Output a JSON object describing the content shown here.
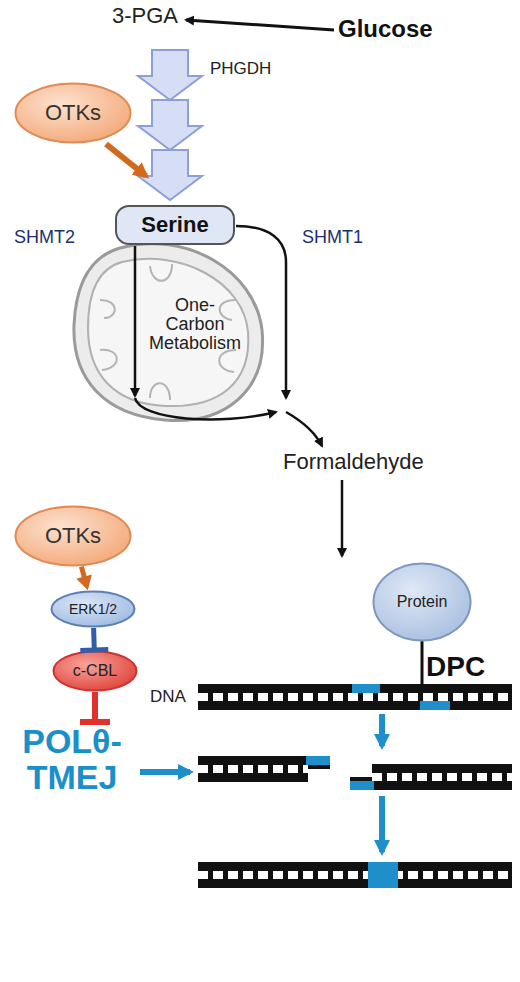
{
  "diagram": {
    "nodes": [
      {
        "text": [
          "OTKs"
        ]
      },
      {
        "text": [
          "Serine"
        ]
      },
      {
        "text": [
          "Protein"
        ]
      },
      {
        "text": [
          "OTKs"
        ]
      },
      {
        "text": [
          "ERK1/2"
        ]
      },
      {
        "text": [
          "c-CBL"
        ]
      }
    ],
    "edges": [
      {
        "from": 3,
        "to": 4,
        "arrow": "to"
      },
      {
        "from": 4,
        "to": 5,
        "arrow": "to"
      }
    ],
    "labels": [
      "3-PGA",
      "Glucose",
      "PHGDH",
      "SHMT2",
      "SHMT1",
      "One-Carbon Metabolism",
      "Formaldehyde",
      "DPC",
      "DNA",
      "POLθ-TMEJ"
    ]
  }
}
